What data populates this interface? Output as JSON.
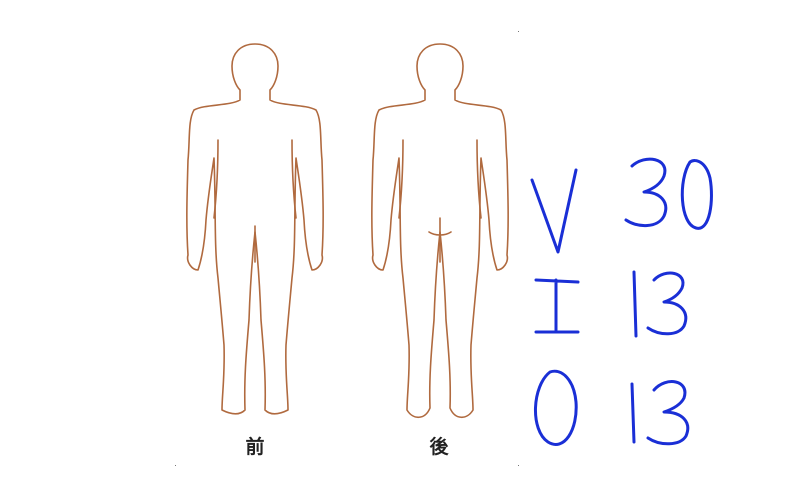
{
  "figures": {
    "front_label": "前",
    "back_label": "後"
  },
  "handwritten": {
    "rows": [
      {
        "letter": "V",
        "value": "30"
      },
      {
        "letter": "I",
        "value": "13"
      },
      {
        "letter": "O",
        "value": "13"
      }
    ]
  },
  "colors": {
    "outline": "#b06a3f",
    "ink": "#1a2fd6"
  }
}
